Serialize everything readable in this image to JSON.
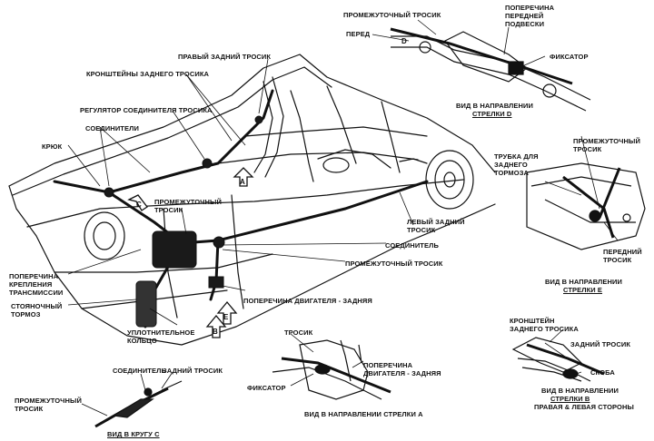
{
  "colors": {
    "ink": "#111111",
    "paper": "#ffffff",
    "shade": "#2a2a2a"
  },
  "labels": {
    "intermediate_cable_top": "ПРОМЕЖУТОЧНЫЙ ТРОСИК",
    "front": "ПЕРЕД",
    "front_susp_crossmember": "ПОПЕРЕЧИНА\nПЕРЕДНЕЙ\nПОДВЕСКИ",
    "retainer_top": "ФИКСАТОР",
    "view_d": "ВИД В НАПРАВЛЕНИИ",
    "arrow_d": "СТРЕЛКИ D",
    "right_rear_cable": "ПРАВЫЙ ЗАДНИЙ ТРОСИК",
    "rear_cable_brackets": "КРОНШТЕЙНЫ ЗАДНЕГО ТРОСИКА",
    "cable_connector_regulator": "РЕГУЛЯТОР СОЕДИНИТЕЛЯ ТРОСИКА",
    "connectors": "СОЕДИНИТЕЛИ",
    "hook": "КРЮК",
    "intermediate_cable_mid": "ПРОМЕЖУТОЧНЫЙ\nТРОСИК",
    "rear_brake_tube": "ТРУБКА ДЛЯ\nЗАДНЕГО\nТОРМОЗА",
    "intermediate_cable_right": "ПРОМЕЖУТОЧНЫЙ\nТРОСИК",
    "left_rear_cable": "ЛЕВЫЙ ЗАДНИЙ\nТРОСИК",
    "connector": "СОЕДИНИТЕЛЬ",
    "intermediate_cable_bottom": "ПРОМЕЖУТОЧНЫЙ ТРОСИК",
    "front_cable": "ПЕРЕДНИЙ\nТРОСИК",
    "view_e": "ВИД В НАПРАВЛЕНИИ",
    "arrow_e": "СТРЕЛКИ Е",
    "transmission_crossmember": "ПОПЕРЕЧИНА\nКРЕПЛЕНИЯ\nТРАНСМИССИИ",
    "parking_brake": "СТОЯНОЧНЫЙ\nТОРМОЗ",
    "engine_crossmember_rear": "ПОПЕРЕЧИНА ДВИГАТЕЛЯ - ЗАДНЯЯ",
    "seal_ring": "УПЛОТНИТЕЛЬНОЕ\nКОЛЬЦО",
    "cable_a": "ТРОСИК",
    "engine_crossmember_a": "ПОПЕРЕЧИНА\nДВИГАТЕЛЯ - ЗАДНЯЯ",
    "retainer_a": "ФИКСАТОР",
    "view_a": "ВИД В НАПРАВЛЕНИИ СТРЕЛКИ А",
    "connector_c": "СОЕДИНИТЕЛЬ",
    "rear_cable_c": "ЗАДНИЙ ТРОСИК",
    "intermediate_cable_c": "ПРОМЕЖУТОЧНЫЙ\nТРОСИК",
    "view_c": "ВИД В КРУГУ С",
    "rear_cable_bracket_b": "КРОНШТЕЙН\nЗАДНЕГО ТРОСИКА",
    "rear_cable_b": "ЗАДНИЙ ТРОСИК",
    "clamp_b": "СКОБА",
    "view_b": "ВИД В НАПРАВЛЕНИИ",
    "arrow_b": "СТРЕЛКИ В",
    "both_sides_b": "ПРАВАЯ & ЛЕВАЯ СТОРОНЫ"
  },
  "arrow_letters": {
    "a": "A",
    "b": "B",
    "c": "C",
    "d": "D",
    "e": "E"
  }
}
